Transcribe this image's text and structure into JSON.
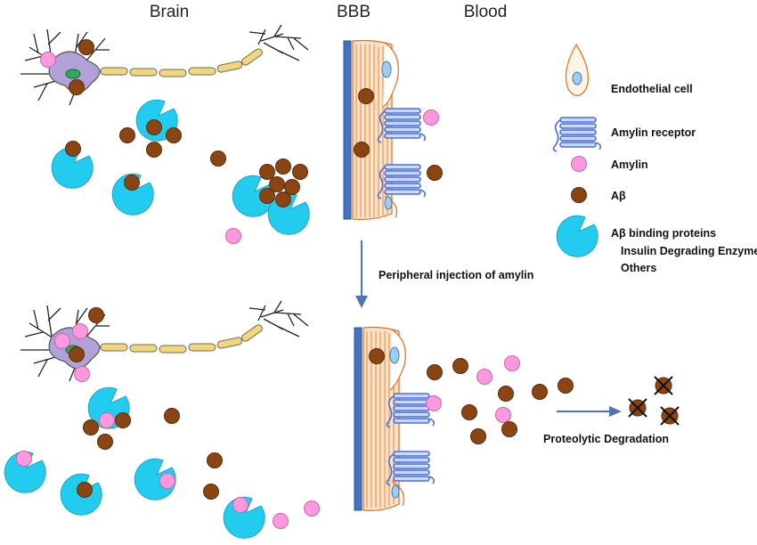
{
  "headers": {
    "brain": "Brain",
    "bbb": "BBB",
    "blood": "Blood"
  },
  "arrow_label": "Peripheral injection of amylin",
  "degradation_label": "Proteolytic Degradation",
  "legend": {
    "endothelial": "Endothelial cell",
    "receptor": "Amylin receptor",
    "amylin": "Amylin",
    "abeta": "Aβ",
    "binding_title": "Aβ binding proteins",
    "binding_ide": "Insulin Degrading Enzyme",
    "binding_others": "Others"
  },
  "colors": {
    "abeta": "#8b4513",
    "amylin": "#ff99dd",
    "binding_protein": "#22ccee",
    "neuron_body": "#b0a2d8",
    "axon": "#f2d77a",
    "bbb_wall": "#4472c4",
    "endothelium": "#e07020",
    "receptor": "#4a70d8",
    "arrow": "#4f74b4"
  }
}
